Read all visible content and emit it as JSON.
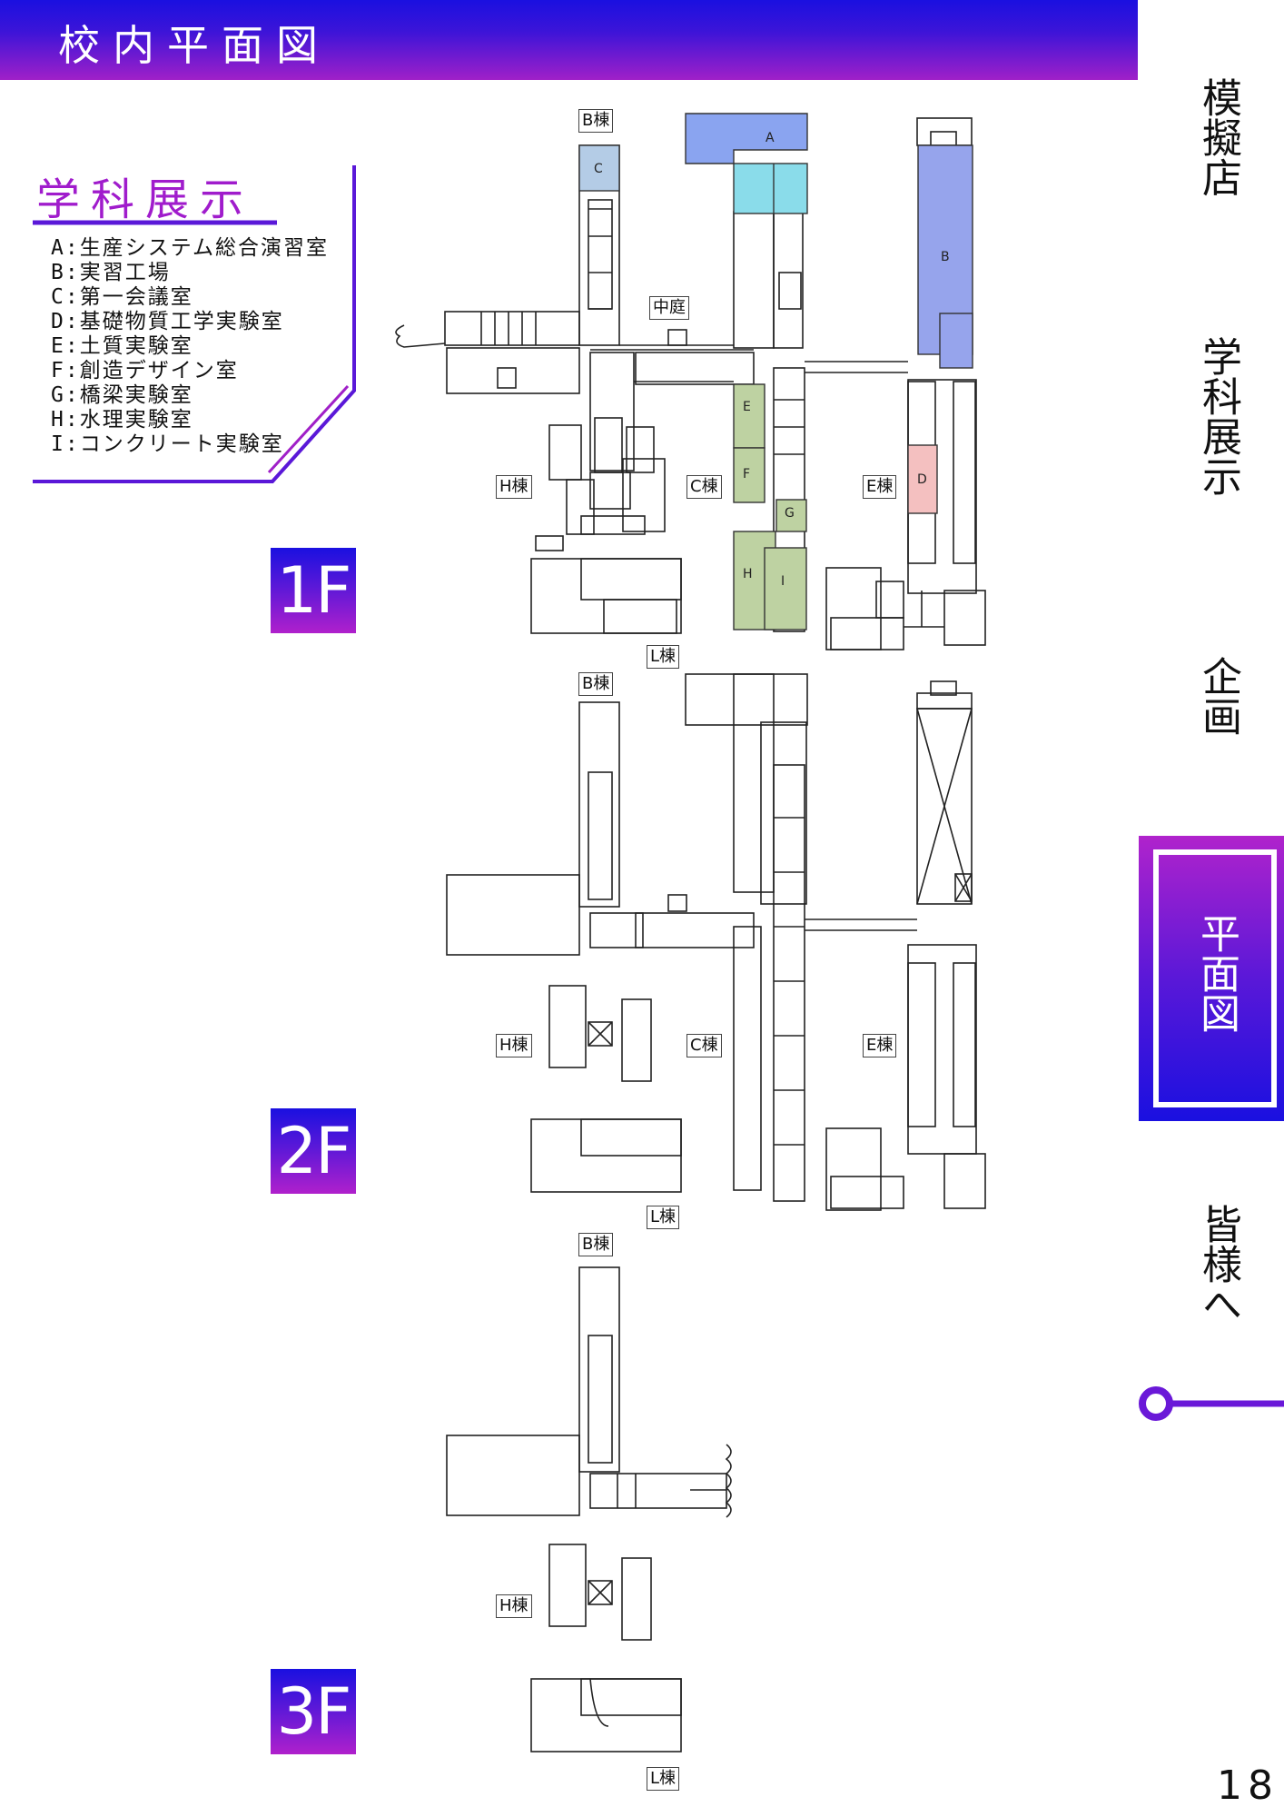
{
  "header": {
    "title": "校内平面図"
  },
  "legend": {
    "heading": "学科展示",
    "items": [
      "A:生産システム総合演習室",
      "B:実習工場",
      "C:第一会議室",
      "D:基礎物質工学実験室",
      "E:土質実験室",
      "F:創造デザイン室",
      "G:橋梁実験室",
      "H:水理実験室",
      "I:コンクリート実験室"
    ]
  },
  "floors": {
    "f1": "1F",
    "f2": "2F",
    "f3": "3F"
  },
  "buildings": {
    "b": "B棟",
    "c": "C棟",
    "e": "E棟",
    "h": "H棟",
    "l": "L棟",
    "courtyard": "中庭"
  },
  "rooms": {
    "a": "A",
    "b": "B",
    "c": "C",
    "d": "D",
    "e": "E",
    "f": "F",
    "g": "G",
    "h": "H",
    "i": "I"
  },
  "side_nav": {
    "items": [
      "模擬店",
      "学科展示",
      "企画",
      "平面図",
      "皆様へ"
    ],
    "active": "平面図"
  },
  "page_number": "18",
  "colors": {
    "header_gradient_top": "#1a10e0",
    "header_gradient_bottom": "#a020c8",
    "legend_heading": "#a01ccc",
    "room_a": "#8aa4f0",
    "room_a_lower": "#8adcea",
    "room_b": "#96a4ec",
    "room_c": "#b4cce6",
    "room_d": "#f4c0c0",
    "rooms_efghi": "#bed2a2"
  }
}
